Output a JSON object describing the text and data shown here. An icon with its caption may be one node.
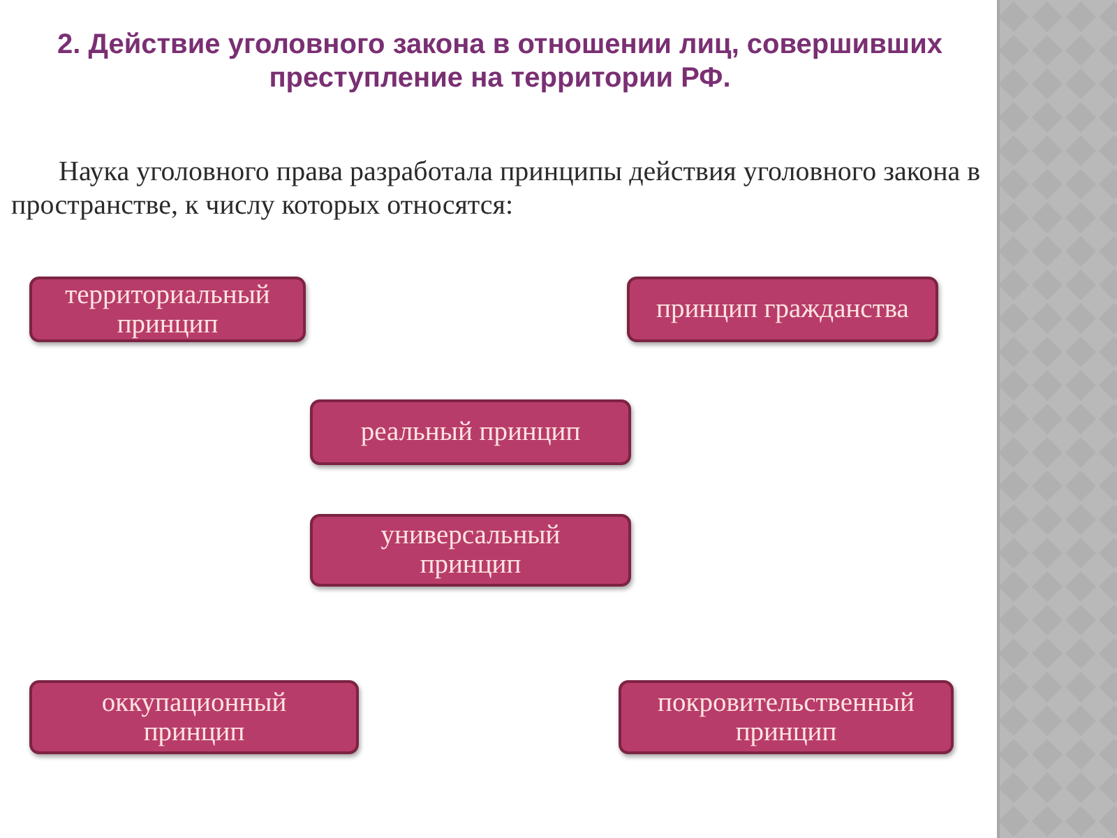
{
  "diagram": {
    "title": "2. Действие уголовного закона в отношении лиц, совершивших преступление на территории РФ.",
    "nodes": [
      {
        "text": [
          "территориальный принцип"
        ]
      },
      {
        "text": [
          "принцип гражданства"
        ]
      },
      {
        "text": [
          "реальный принцип"
        ]
      },
      {
        "text": [
          "универсальный принцип"
        ]
      },
      {
        "text": [
          "оккупационный принцип"
        ]
      },
      {
        "text": [
          "покровительственный принцип"
        ]
      }
    ],
    "labels": [
      "Наука уголовного права разработала принципы действия уголовного закона в пространстве, к числу которых относятся:"
    ]
  }
}
